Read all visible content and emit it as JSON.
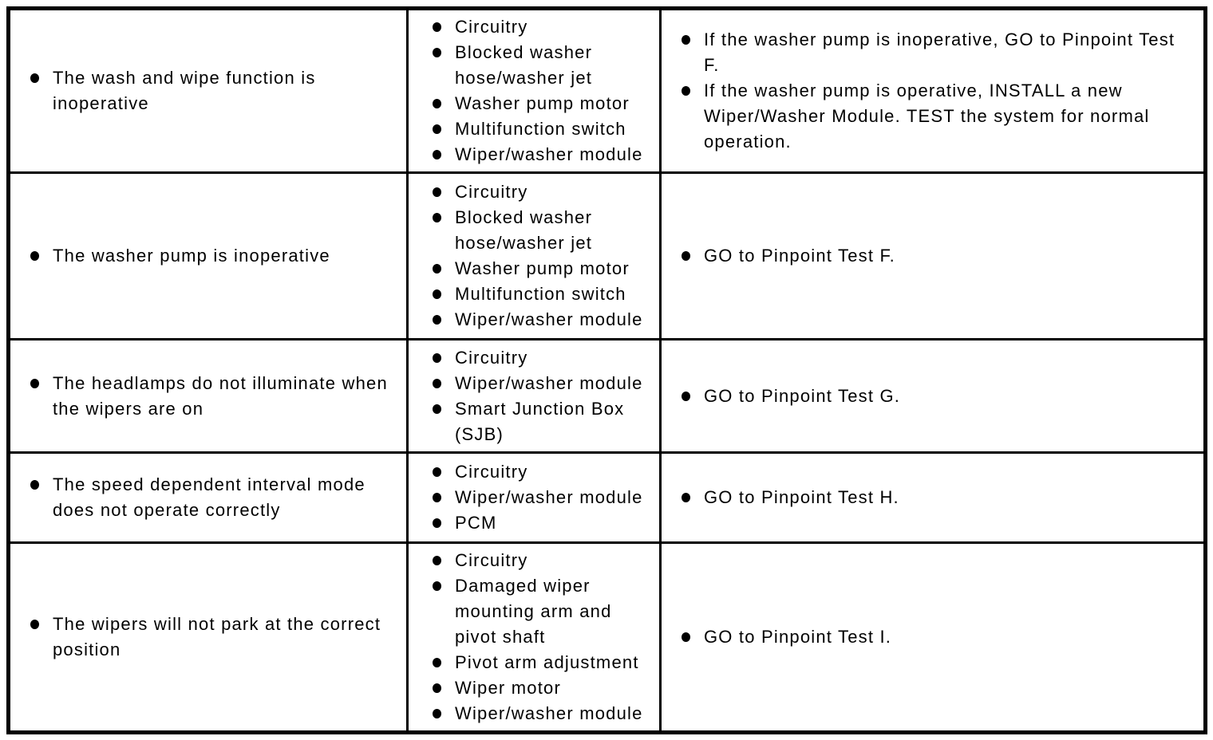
{
  "colors": {
    "background": "#ffffff",
    "border": "#000000",
    "text": "#000000"
  },
  "icons": {
    "bullet": "filled-circle"
  },
  "table": {
    "columns": [
      "symptom",
      "possible-sources",
      "action"
    ],
    "rows": [
      {
        "symptom": "The wash and wipe function is\ninoperative",
        "sources": [
          "Circuitry",
          "Blocked washer\nhose/washer jet",
          "Washer pump motor",
          "Multifunction switch",
          "Wiper/washer module"
        ],
        "actions": [
          "If the washer pump is inoperative, GO to Pinpoint Test\nF.",
          "If the washer pump is operative, INSTALL a new\nWiper/Washer Module. TEST the system for normal\noperation."
        ]
      },
      {
        "symptom": "The washer pump is inoperative",
        "sources": [
          "Circuitry",
          "Blocked washer\nhose/washer jet",
          "Washer pump motor",
          "Multifunction switch",
          "Wiper/washer module"
        ],
        "actions": [
          "GO to Pinpoint Test F."
        ]
      },
      {
        "symptom": "The headlamps do not illuminate when\nthe wipers are on",
        "sources": [
          "Circuitry",
          "Wiper/washer module",
          "Smart Junction Box\n(SJB)"
        ],
        "actions": [
          "GO to Pinpoint Test G."
        ]
      },
      {
        "symptom": "The speed dependent interval mode\ndoes not operate correctly",
        "sources": [
          "Circuitry",
          "Wiper/washer module",
          "PCM"
        ],
        "actions": [
          "GO to Pinpoint Test H."
        ]
      },
      {
        "symptom": "The wipers will not park at the correct\nposition",
        "sources": [
          "Circuitry",
          "Damaged wiper\nmounting arm and\npivot shaft",
          "Pivot arm adjustment",
          "Wiper motor",
          "Wiper/washer module"
        ],
        "actions": [
          "GO to Pinpoint Test I."
        ]
      }
    ]
  }
}
